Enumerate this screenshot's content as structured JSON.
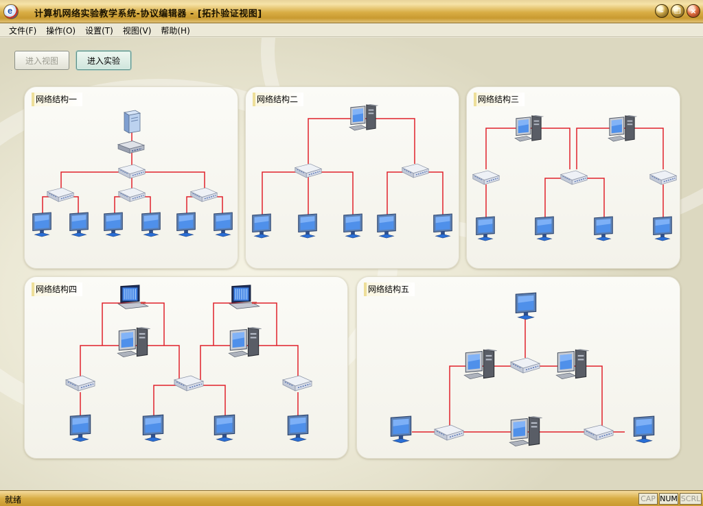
{
  "window": {
    "title": "计算机网络实验教学系统-协议编辑器 - [拓扑验证视图]",
    "icon": "app-e-icon",
    "controls": [
      "minimize",
      "restore",
      "close"
    ]
  },
  "menu": {
    "items": [
      "文件(F)",
      "操作(O)",
      "设置(T)",
      "视图(V)",
      "帮助(H)"
    ]
  },
  "toolbar": {
    "enter_view": "进入视图",
    "enter_experiment": "进入实验"
  },
  "topologies": [
    {
      "label": "网络结构一"
    },
    {
      "label": "网络结构二"
    },
    {
      "label": "网络结构三"
    },
    {
      "label": "网络结构四"
    },
    {
      "label": "网络结构五"
    }
  ],
  "status": {
    "text": "就绪",
    "indicators": [
      {
        "label": "CAP",
        "active": false
      },
      {
        "label": "NUM",
        "active": true
      },
      {
        "label": "SCRL",
        "active": false
      }
    ]
  },
  "colors": {
    "link": "#e0202a",
    "accent_gold": "#d8ad44",
    "monitor_screen": "#3a7fe0"
  }
}
